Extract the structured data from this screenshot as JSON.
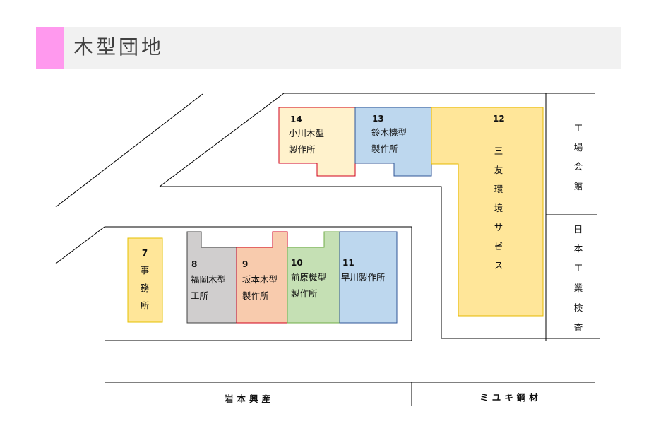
{
  "title": "木型団地",
  "colors": {
    "accent": "#ff99ee",
    "header_bg": "#f1f1f1"
  },
  "lots": [
    {
      "number": "14",
      "name_lines": [
        "小川木型",
        "製作所"
      ],
      "fill": "#fff2cc",
      "stroke": "#d0021b"
    },
    {
      "number": "13",
      "name_lines": [
        "鈴木機型",
        "製作所"
      ],
      "fill": "#bdd7ee",
      "stroke": "#2f5597"
    },
    {
      "number": "12",
      "name_lines": [
        "三",
        "友",
        "環",
        "境",
        "サ",
        "ー",
        "ビ",
        "ス"
      ],
      "fill": "#ffe699",
      "stroke": "#e6b800"
    },
    {
      "number": "7",
      "name_lines": [
        "事",
        "務",
        "所"
      ],
      "fill": "#ffe699",
      "stroke": "#e6c000"
    },
    {
      "number": "8",
      "name_lines": [
        "福岡木型",
        "工所"
      ],
      "fill": "#d0cece",
      "stroke": "#404040"
    },
    {
      "number": "9",
      "name_lines": [
        "坂本木型",
        "製作所"
      ],
      "fill": "#f8cbad",
      "stroke": "#d0021b"
    },
    {
      "number": "10",
      "name_lines": [
        "前原機型",
        "製作所"
      ],
      "fill": "#c5e0b4",
      "stroke": "#70ad47"
    },
    {
      "number": "11",
      "name_lines": [
        "早川製作所"
      ],
      "fill": "#bdd7ee",
      "stroke": "#2f5597"
    }
  ],
  "neighbors": {
    "right_top": [
      "工",
      "場",
      "会",
      "館"
    ],
    "right_bottom": [
      "日",
      "本",
      "工",
      "業",
      "検",
      "査"
    ],
    "bottom_left": "岩本興産",
    "bottom_right": "ミユキ鋼材"
  }
}
